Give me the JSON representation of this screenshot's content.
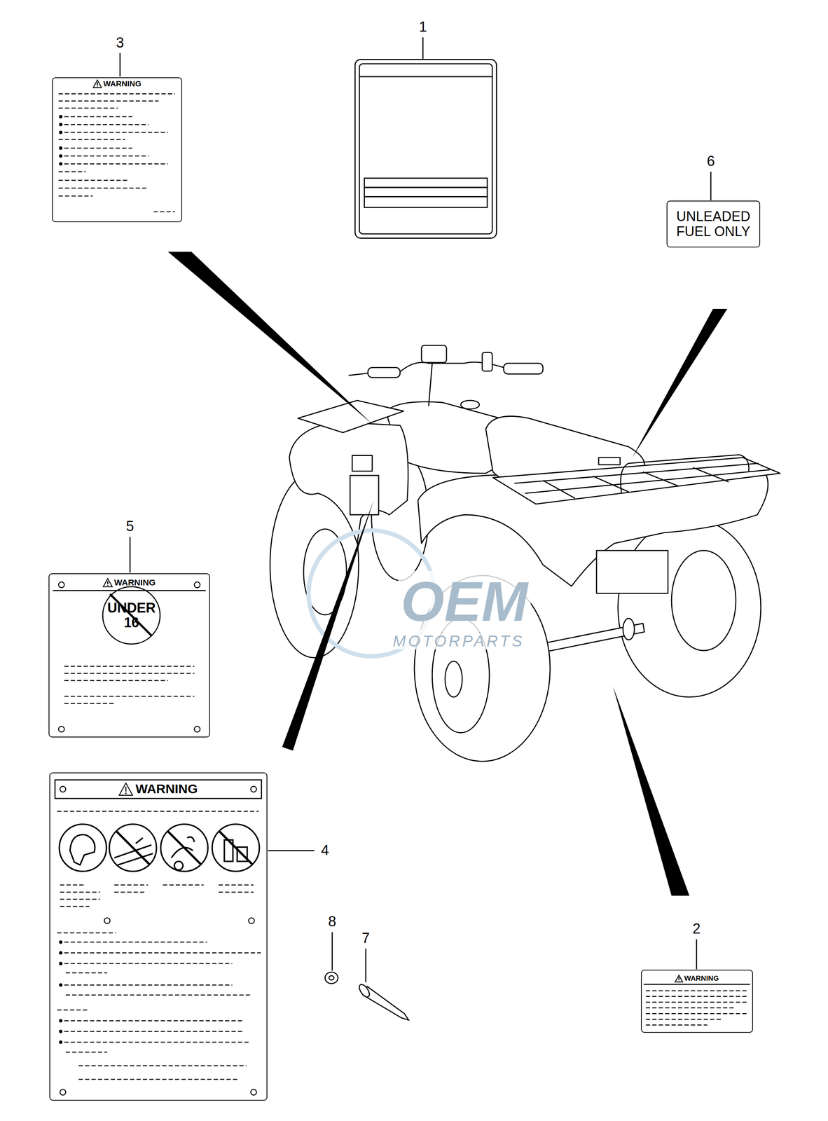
{
  "diagram": {
    "nodes": [
      {
        "text": [
          "WARNING"
        ]
      },
      {
        "text": [
          "UNLEADED FUEL ONLY"
        ]
      },
      {
        "text": [
          "WARNING"
        ]
      },
      {
        "text": [
          "UNDER 16"
        ],
        "in": 2
      },
      {
        "text": [
          "WARNING"
        ]
      },
      {
        "text": [
          "WARNING"
        ]
      }
    ],
    "labels": [
      "3",
      "1",
      "6",
      "5",
      "4",
      "8",
      "7",
      "2",
      "OEM",
      "MOTORPARTS"
    ]
  }
}
